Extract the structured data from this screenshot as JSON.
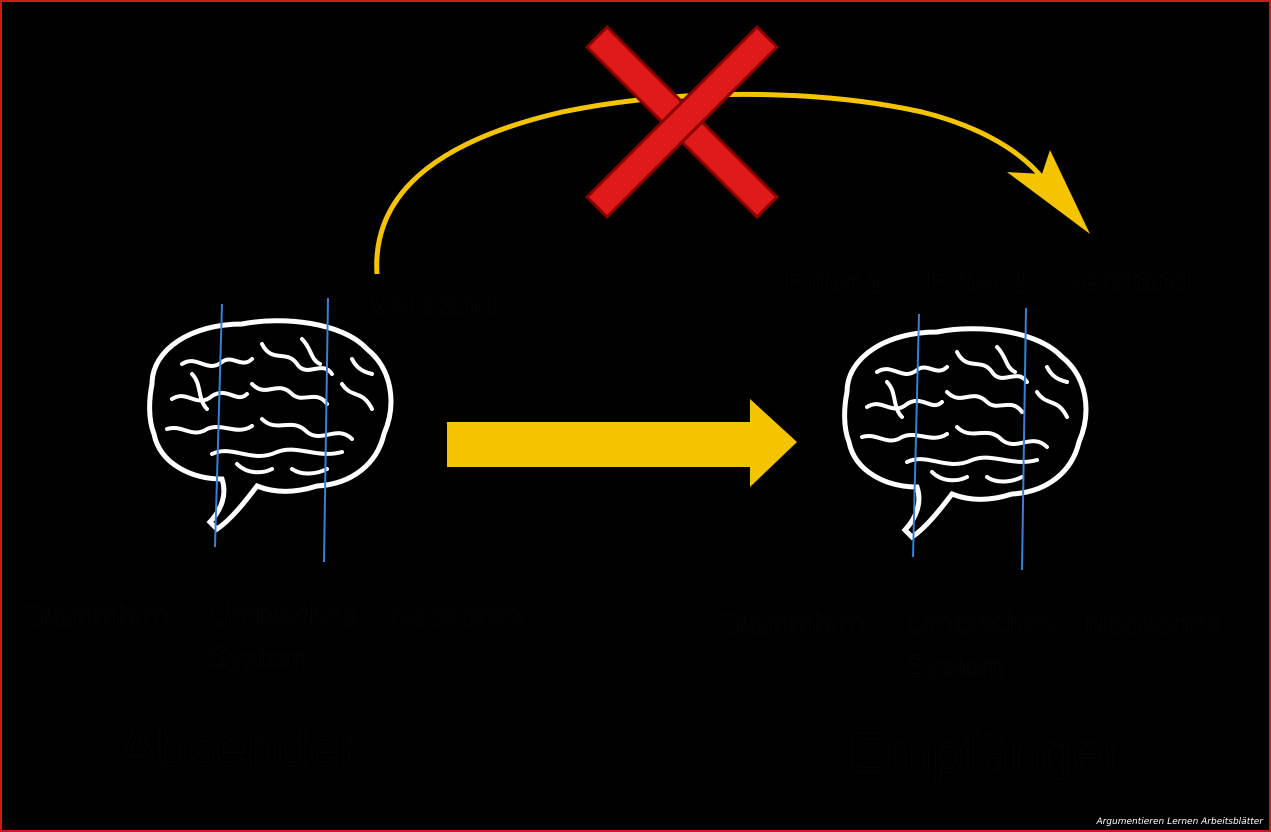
{
  "colors": {
    "background": "#000000",
    "arrow": "#f5c400",
    "cross": "#e01a1a",
    "filter_line": "#3a7fd4",
    "brain": "#ffffff",
    "frame": "#cc1a1a"
  },
  "icons": {
    "brain_left": "brain-icon",
    "brain_right": "brain-icon",
    "cross": "red-x-icon",
    "arrow_main": "right-arrow-icon",
    "arrow_curved": "curved-arrow-icon"
  },
  "sender": {
    "title": "Absender",
    "verstand": "Verstand",
    "labels": {
      "stammhirn": "Stammhirn",
      "limbisch_1": "Limbisches",
      "limbisch_2": "System",
      "neokortex": "Neokortex"
    }
  },
  "receiver": {
    "title": "Empfänger",
    "filter1": "Filter 1",
    "filter2": "Filter 2",
    "verstand": "Verstand",
    "labels": {
      "stammhirn": "Stammhirn",
      "limbisch_1": "Limbisches",
      "limbisch_2": "System",
      "neokortex": "Neokortex"
    }
  },
  "watermark": "Argumentieren Lernen Arbeitsblätter"
}
